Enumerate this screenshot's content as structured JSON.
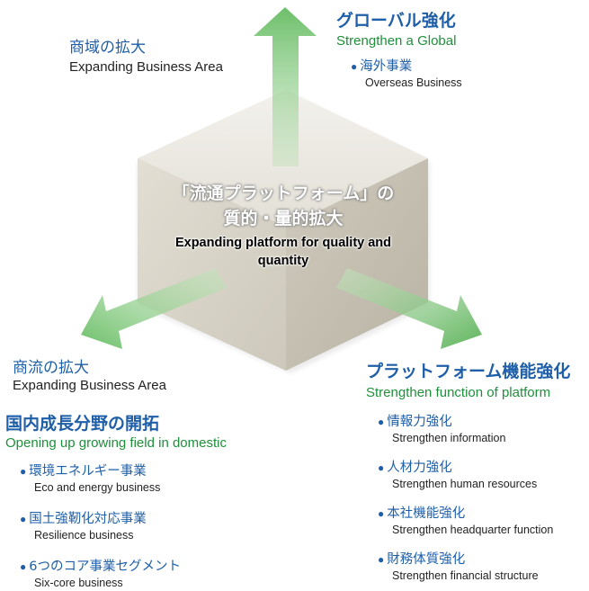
{
  "center": {
    "title_jp_line1": "「流通プラットフォーム」の",
    "title_jp_line2": "質的・量的拡大",
    "title_en_line1": "Expanding platform for quality and",
    "title_en_line2": "quantity"
  },
  "top_left": {
    "title_jp": "商域の拡大",
    "title_en": "Expanding Business Area"
  },
  "top_right": {
    "title_jp": "グローバル強化",
    "title_en": "Strengthen a Global",
    "items": [
      {
        "jp": "海外事業",
        "en": "Overseas Business"
      }
    ]
  },
  "mid_left": {
    "title_jp": "商流の拡大",
    "title_en": "Expanding Business Area"
  },
  "bottom_left": {
    "title_jp": "国内成長分野の開拓",
    "title_en": "Opening up growing field in domestic",
    "items": [
      {
        "jp": "環境エネルギー事業",
        "en": "Eco and energy business"
      },
      {
        "jp": "国土強靭化対応事業",
        "en": "Resilience business"
      },
      {
        "jp": "6つのコア事業セグメント",
        "en": "Six-core business"
      }
    ]
  },
  "bottom_right": {
    "title_jp": "プラットフォーム機能強化",
    "title_en": "Strengthen function of platform",
    "items": [
      {
        "jp": "情報力強化",
        "en": "Strengthen information"
      },
      {
        "jp": "人材力強化",
        "en": "Strengthen human resources"
      },
      {
        "jp": "本社機能強化",
        "en": "Strengthen headquarter function"
      },
      {
        "jp": "財務体質強化",
        "en": "Strengthen financial structure"
      }
    ]
  },
  "colors": {
    "jp_title": "#1f5fa8",
    "en_title": "#1e8f3a",
    "arrow": "#7cc57a",
    "cube_top": "#eceae3",
    "cube_left": "#d8d4c8",
    "cube_right": "#c5c0b2"
  }
}
